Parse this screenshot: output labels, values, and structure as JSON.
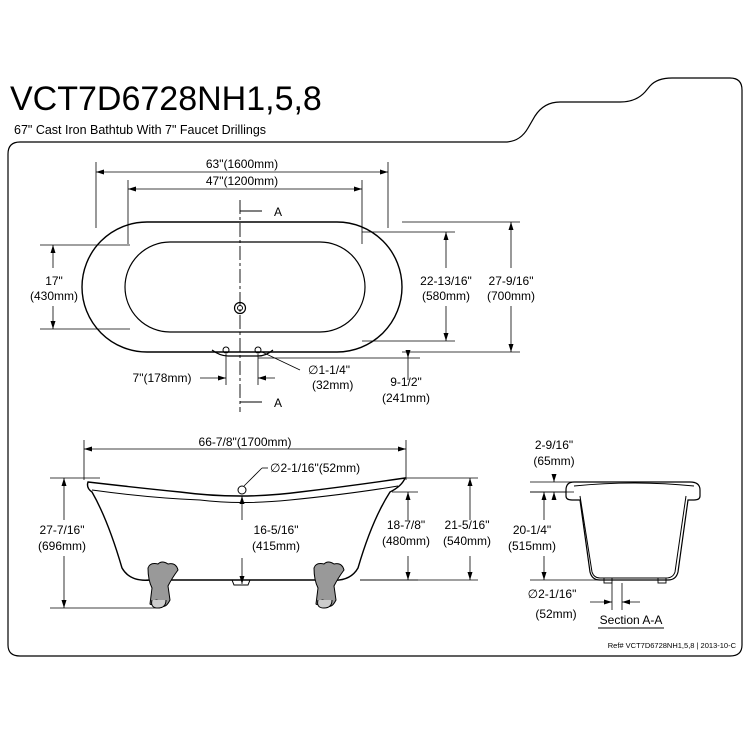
{
  "header": {
    "model": "VCT7D6728NH1,5,8",
    "subtitle": "67\" Cast Iron Bathtub With 7\" Faucet Drillings"
  },
  "top_view": {
    "overall_width": "63\"(1600mm)",
    "inner_width": "47\"(1200mm)",
    "section_label_top": "A",
    "section_label_bottom": "A",
    "left_in": "17\"",
    "left_mm": "(430mm)",
    "inner_depth_in": "22-13/16\"",
    "inner_depth_mm": "(580mm)",
    "outer_depth_in": "27-9/16\"",
    "outer_depth_mm": "(700mm)",
    "faucet_spacing": "7\"(178mm)",
    "hole_dia_in": "∅1-1/4\"",
    "hole_dia_mm": "(32mm)",
    "drill_offset_in": "9-1/2\"",
    "drill_offset_mm": "(241mm)"
  },
  "side_view": {
    "overall_length": "66-7/8\"(1700mm)",
    "overflow_dia": "∅2-1/16\"(52mm)",
    "height_in": "27-7/16\"",
    "height_mm": "(696mm)",
    "water_depth_in": "16-5/16\"",
    "water_depth_mm": "(415mm)",
    "inner_height_in": "18-7/8\"",
    "inner_height_mm": "(480mm)",
    "rim_height_in": "21-5/16\"",
    "rim_height_mm": "(540mm)"
  },
  "section_view": {
    "rim_in": "2-9/16\"",
    "rim_mm": "(65mm)",
    "depth_in": "20-1/4\"",
    "depth_mm": "(515mm)",
    "drain_dia_in": "∅2-1/16\"",
    "drain_dia_mm": "(52mm)",
    "title": "Section A-A"
  },
  "footer": {
    "ref": "Ref# VCT7D6728NH1,5,8 | 2013-10-C"
  }
}
